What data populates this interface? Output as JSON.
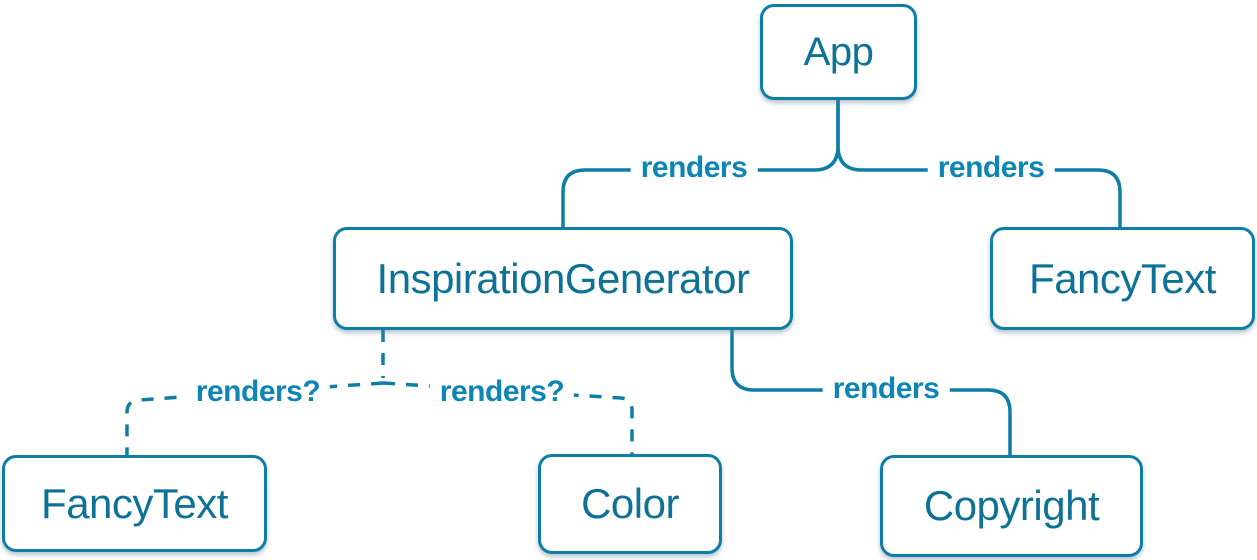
{
  "diagram": {
    "type": "component-tree",
    "colors": {
      "stroke": "#0e7ea6",
      "node_text": "#0e7196",
      "edge_label_text": "#0d86b5",
      "node_fill": "#ffffff",
      "background": "#ffffff"
    },
    "nodes": {
      "app": {
        "label": "App"
      },
      "inspiration_generator": {
        "label": "InspirationGenerator"
      },
      "fancy_text_top": {
        "label": "FancyText"
      },
      "fancy_text_bottom": {
        "label": "FancyText"
      },
      "color": {
        "label": "Color"
      },
      "copyright": {
        "label": "Copyright"
      }
    },
    "edges": {
      "app_inspiration_generator": {
        "from": "App",
        "to": "InspirationGenerator",
        "label": "renders",
        "style": "solid"
      },
      "app_fancy_text": {
        "from": "App",
        "to": "FancyText",
        "label": "renders",
        "style": "solid"
      },
      "inspiration_fancy_text": {
        "from": "InspirationGenerator",
        "to": "FancyText",
        "label": "renders?",
        "style": "dashed"
      },
      "inspiration_color": {
        "from": "InspirationGenerator",
        "to": "Color",
        "label": "renders?",
        "style": "dashed"
      },
      "inspiration_copyright": {
        "from": "InspirationGenerator",
        "to": "Copyright",
        "label": "renders",
        "style": "solid"
      }
    }
  }
}
